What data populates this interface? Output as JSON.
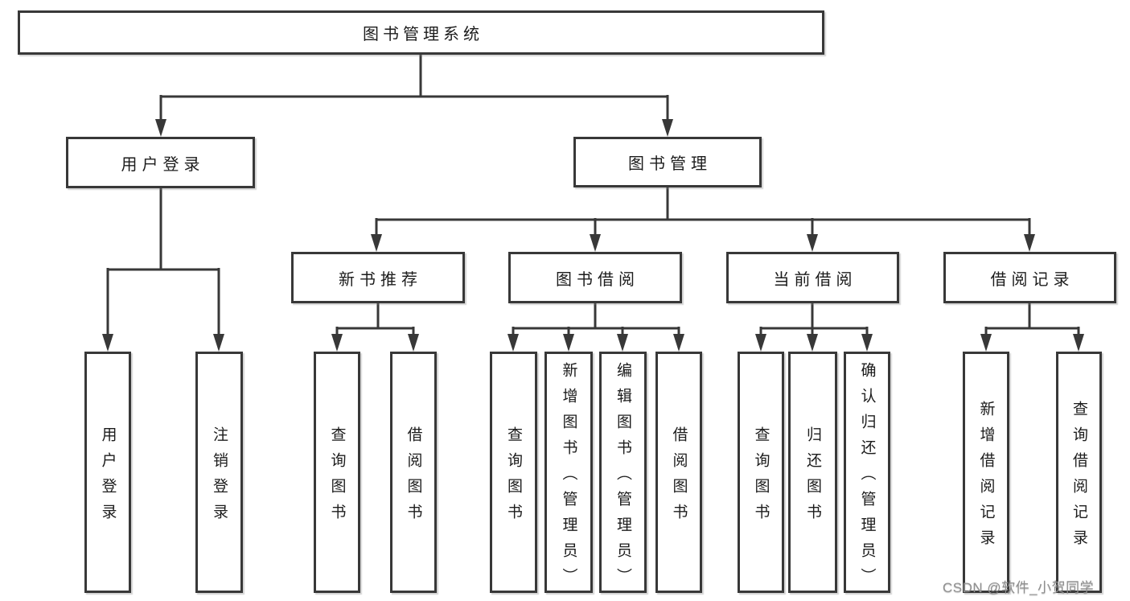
{
  "tree": {
    "root": {
      "label": "图书管理系统",
      "children": [
        {
          "label": "用户登录",
          "children": [
            {
              "label": "用户登录"
            },
            {
              "label": "注销登录"
            }
          ]
        },
        {
          "label": "图书管理",
          "children": [
            {
              "label": "新书推荐",
              "children": [
                {
                  "label": "查询图书"
                },
                {
                  "label": "借阅图书"
                }
              ]
            },
            {
              "label": "图书借阅",
              "children": [
                {
                  "label": "查询图书"
                },
                {
                  "label": "新增图书（管理员）"
                },
                {
                  "label": "编辑图书（管理员）"
                },
                {
                  "label": "借阅图书"
                }
              ]
            },
            {
              "label": "当前借阅",
              "children": [
                {
                  "label": "查询图书"
                },
                {
                  "label": "归还图书"
                },
                {
                  "label": "确认归还（管理员）"
                }
              ]
            },
            {
              "label": "借阅记录",
              "children": [
                {
                  "label": "新增借阅记录"
                },
                {
                  "label": "查询借阅记录"
                }
              ]
            }
          ]
        }
      ]
    }
  },
  "watermark": {
    "text": "CSDN @软件_小贺同学"
  },
  "colors": {
    "line": "#383838",
    "box_border": "#383838",
    "box_bg": "#ffffff",
    "text": "#1c1c1c",
    "watermark_text": "#8f8f8f"
  }
}
